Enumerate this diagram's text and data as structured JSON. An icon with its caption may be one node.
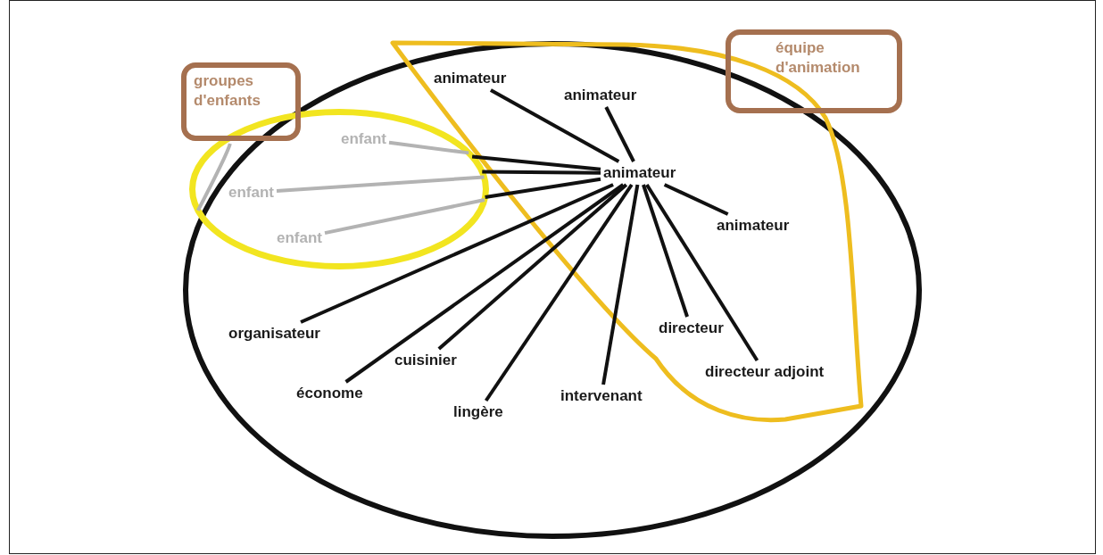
{
  "diagram": {
    "nodes": [
      {
        "text": [
          "groupes d'enfants"
        ]
      },
      {
        "text": [
          "équipe d'animation"
        ]
      },
      {
        "text": [
          "animateur"
        ]
      },
      {
        "text": [
          "animateur"
        ]
      },
      {
        "text": [],
        "shape": "ellipse"
      },
      {
        "text": [
          "enfant"
        ],
        "in": 4
      },
      {
        "text": [
          "animateur"
        ]
      },
      {
        "text": [
          "enfant"
        ],
        "in": 4
      },
      {
        "text": [
          "animateur"
        ]
      },
      {
        "text": [
          "enfant"
        ],
        "in": 4
      },
      {
        "text": [
          "organisateur"
        ]
      },
      {
        "text": [
          "directeur"
        ]
      },
      {
        "text": [
          "cuisinier"
        ]
      },
      {
        "text": [
          "directeur adjoint"
        ]
      },
      {
        "text": [
          "économe"
        ]
      },
      {
        "text": [
          "intervenant"
        ]
      },
      {
        "text": [
          "lingère"
        ]
      }
    ],
    "edges": [
      {
        "from": 0,
        "to": 4,
        "arrow": "none",
        "color": "#b3b3b3"
      },
      {
        "from": 5,
        "to": 4,
        "arrow": "none",
        "color": "#b3b3b3"
      },
      {
        "from": 7,
        "to": 4,
        "arrow": "none",
        "color": "#b3b3b3"
      },
      {
        "from": 9,
        "to": 4,
        "arrow": "none",
        "color": "#b3b3b3"
      },
      {
        "from": 4,
        "to": 6,
        "arrow": "none"
      },
      {
        "from": 4,
        "to": 6,
        "arrow": "none"
      },
      {
        "from": 4,
        "to": 6,
        "arrow": "none"
      },
      {
        "from": 6,
        "to": 2,
        "arrow": "none"
      },
      {
        "from": 6,
        "to": 3,
        "arrow": "none"
      },
      {
        "from": 6,
        "to": 8,
        "arrow": "none"
      },
      {
        "from": 6,
        "to": 13,
        "arrow": "none"
      },
      {
        "from": 6,
        "to": 11,
        "arrow": "none"
      },
      {
        "from": 6,
        "to": 15,
        "arrow": "none"
      },
      {
        "from": 6,
        "to": 16,
        "arrow": "none"
      },
      {
        "from": 6,
        "to": 12,
        "arrow": "none"
      },
      {
        "from": 6,
        "to": 14,
        "arrow": "none"
      },
      {
        "from": 6,
        "to": 10,
        "arrow": "none"
      }
    ]
  }
}
